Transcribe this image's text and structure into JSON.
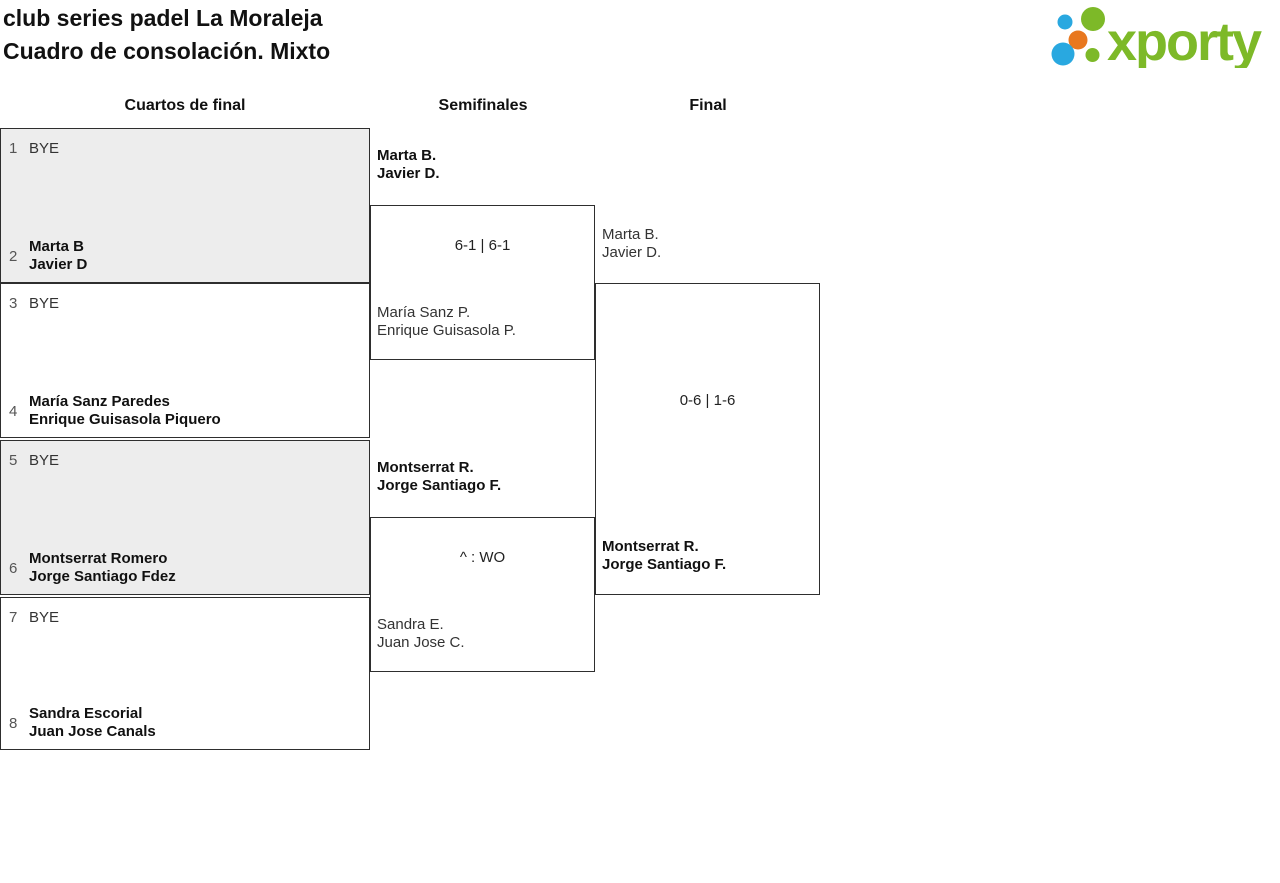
{
  "header": {
    "title_line1": "club series padel La Moraleja",
    "title_line2": "Cuadro de consolación. Mixto",
    "logo_text": "xporty"
  },
  "columns": {
    "quarterfinals": "Cuartos de final",
    "semifinals": "Semifinales",
    "final": "Final"
  },
  "colors": {
    "logo_green": "#7db928",
    "logo_blue": "#29a8e0",
    "logo_orange": "#e8781f",
    "box_shaded": "#ededed",
    "border": "#2e2e2e"
  },
  "bracket": {
    "quarterfinals": [
      {
        "seed1": "1",
        "entry1": "BYE",
        "seed2": "2",
        "team2": [
          "Marta B",
          "Javier D"
        ]
      },
      {
        "seed1": "3",
        "entry1": "BYE",
        "seed2": "4",
        "team2": [
          "María Sanz Paredes",
          "Enrique Guisasola Piquero"
        ]
      },
      {
        "seed1": "5",
        "entry1": "BYE",
        "seed2": "6",
        "team2": [
          "Montserrat Romero",
          "Jorge Santiago Fdez"
        ]
      },
      {
        "seed1": "7",
        "entry1": "BYE",
        "seed2": "8",
        "team2": [
          "Sandra Escorial",
          "Juan Jose Canals"
        ]
      }
    ],
    "semifinals": [
      {
        "team1": [
          "Marta B.",
          "Javier D."
        ],
        "score": "6-1 | 6-1",
        "team2": [
          "María Sanz P.",
          "Enrique Guisasola P."
        ]
      },
      {
        "team1": [
          "Montserrat R.",
          "Jorge Santiago F."
        ],
        "score": "^ : WO",
        "team2": [
          "Sandra E.",
          "Juan Jose C."
        ]
      }
    ],
    "final": {
      "team1": [
        "Marta B.",
        "Javier D."
      ],
      "score": "0-6 | 1-6",
      "team2": [
        "Montserrat R.",
        "Jorge Santiago F."
      ]
    }
  }
}
